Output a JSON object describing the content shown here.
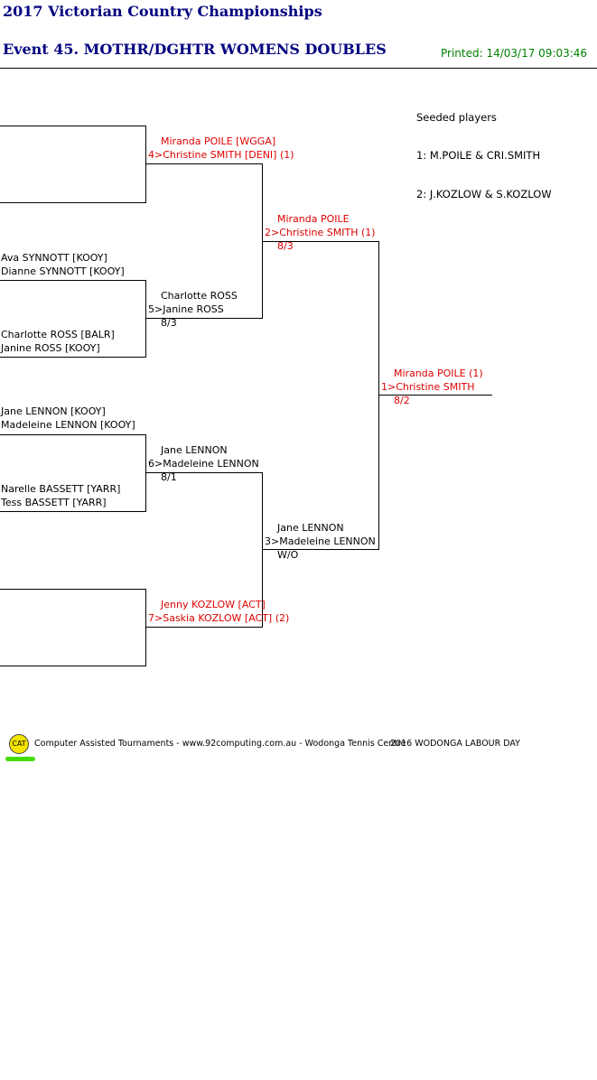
{
  "header": {
    "title": "2017 Victorian Country Championships",
    "event": "Event 45. MOTHR/DGHTR WOMENS DOUBLES",
    "printed": "Printed: 14/03/17 09:03:46"
  },
  "seeds": {
    "heading": "Seeded players",
    "items": [
      "1: M.POILE & CRI.SMITH",
      "2: J.KOZLOW & S.KOZLOW"
    ]
  },
  "round1": [
    {
      "p1": "",
      "p2": ""
    },
    {
      "p1": "",
      "p2": ""
    },
    {
      "p1": "Ava SYNNOTT [KOOY]",
      "p2": "Dianne SYNNOTT [KOOY]"
    },
    {
      "p1": "Charlotte ROSS [BALR]",
      "p2": "Janine ROSS [KOOY]"
    },
    {
      "p1": "Jane LENNON [KOOY]",
      "p2": "Madeleine LENNON [KOOY]"
    },
    {
      "p1": "Narelle BASSETT [YARR]",
      "p2": "Tess BASSETT [YARR]"
    },
    {
      "p1": "",
      "p2": ""
    },
    {
      "p1": "",
      "p2": ""
    }
  ],
  "round2": [
    {
      "l1": "Miranda POILE [WGGA]",
      "l2": "4>Christine SMITH [DENI] (1)",
      "score": ""
    },
    {
      "l1": "Charlotte ROSS",
      "l2": "5>Janine ROSS",
      "score": "8/3"
    },
    {
      "l1": "Jane LENNON",
      "l2": "6>Madeleine LENNON",
      "score": "8/1"
    },
    {
      "l1": "Jenny KOZLOW [ACT]",
      "l2": "7>Saskia KOZLOW [ACT] (2)",
      "score": ""
    }
  ],
  "round3": [
    {
      "l1": "Miranda POILE",
      "l2": "2>Christine SMITH (1)",
      "score": "8/3"
    },
    {
      "l1": "Jane LENNON",
      "l2": "3>Madeleine LENNON",
      "score": "W/O"
    }
  ],
  "final": {
    "l1": "Miranda POILE (1)",
    "l2": "1>Christine SMITH",
    "score": "8/2"
  },
  "footer": {
    "logo": "CAT",
    "credit": "Computer Assisted Tournaments - www.92computing.com.au -  Wodonga Tennis Centre",
    "venue": "2016 WODONGA LABOUR DAY"
  },
  "colors": {
    "title": "#000080",
    "printed": "#008000",
    "seeded": "#dd0000"
  }
}
